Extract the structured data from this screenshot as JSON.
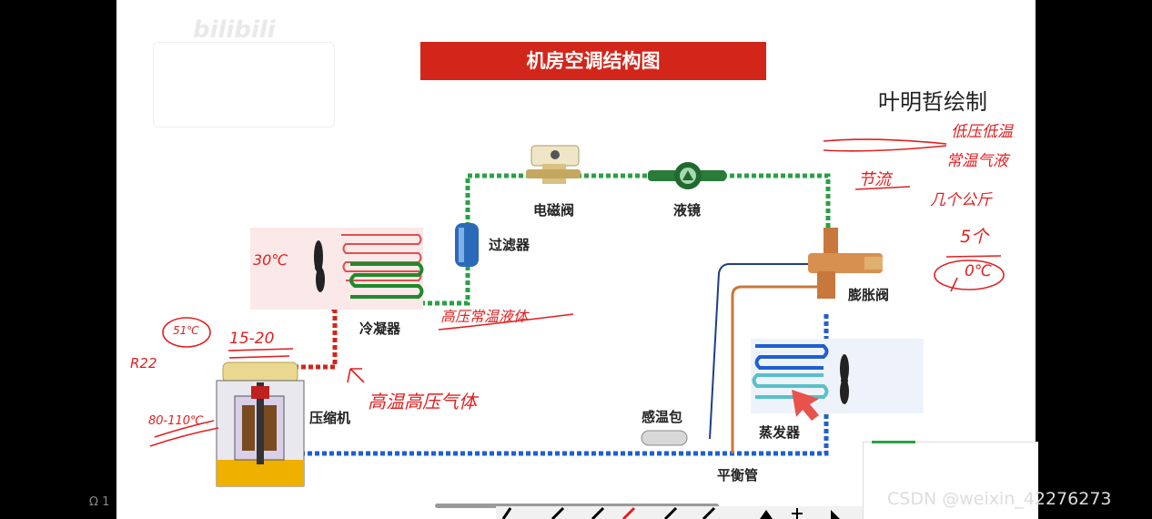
{
  "slide": {
    "title": "机房空调结构图",
    "author": "叶明哲绘制",
    "watermark": "bilibili"
  },
  "components": {
    "solenoid_valve": "电磁阀",
    "sight_glass": "液镜",
    "filter_drier": "过滤器",
    "condenser": "冷凝器",
    "expansion_valve": "膨胀阀",
    "compressor": "压缩机",
    "sensing_bulb": "感温包",
    "evaporator": "蒸发器",
    "balance_pipe": "平衡管"
  },
  "annotations": {
    "condenser_temp": "30℃",
    "compressor_temp": "51℃",
    "refrigerant": "R22",
    "pressure": "15-20",
    "discharge_temp": "80-110℃",
    "discharge_state": "高温高压气体",
    "liquid_state": "高压常温液体",
    "throttle": "节流",
    "after_throttle": "低压低温",
    "low_pressure_liquid": "常温气液",
    "pressure_low": "几个公斤",
    "five": "5个",
    "zero": "0℃"
  },
  "footer": {
    "credit": "CSDN @weixin_42276273",
    "page_indicator": "Ω 1"
  },
  "colors": {
    "title_bg": "#d2261b",
    "high_pressure": "#d2261b",
    "liquid_line": "#2aa046",
    "low_pressure": "#1f5fd0",
    "annotation": "#e02020"
  },
  "toolbar": {
    "tools": [
      "pen-tool",
      "pencil-tool",
      "marker-tool",
      "red-pen-tool",
      "highlighter-tool",
      "eraser-tool",
      "shape-tool",
      "move-tool",
      "next-tool"
    ]
  }
}
